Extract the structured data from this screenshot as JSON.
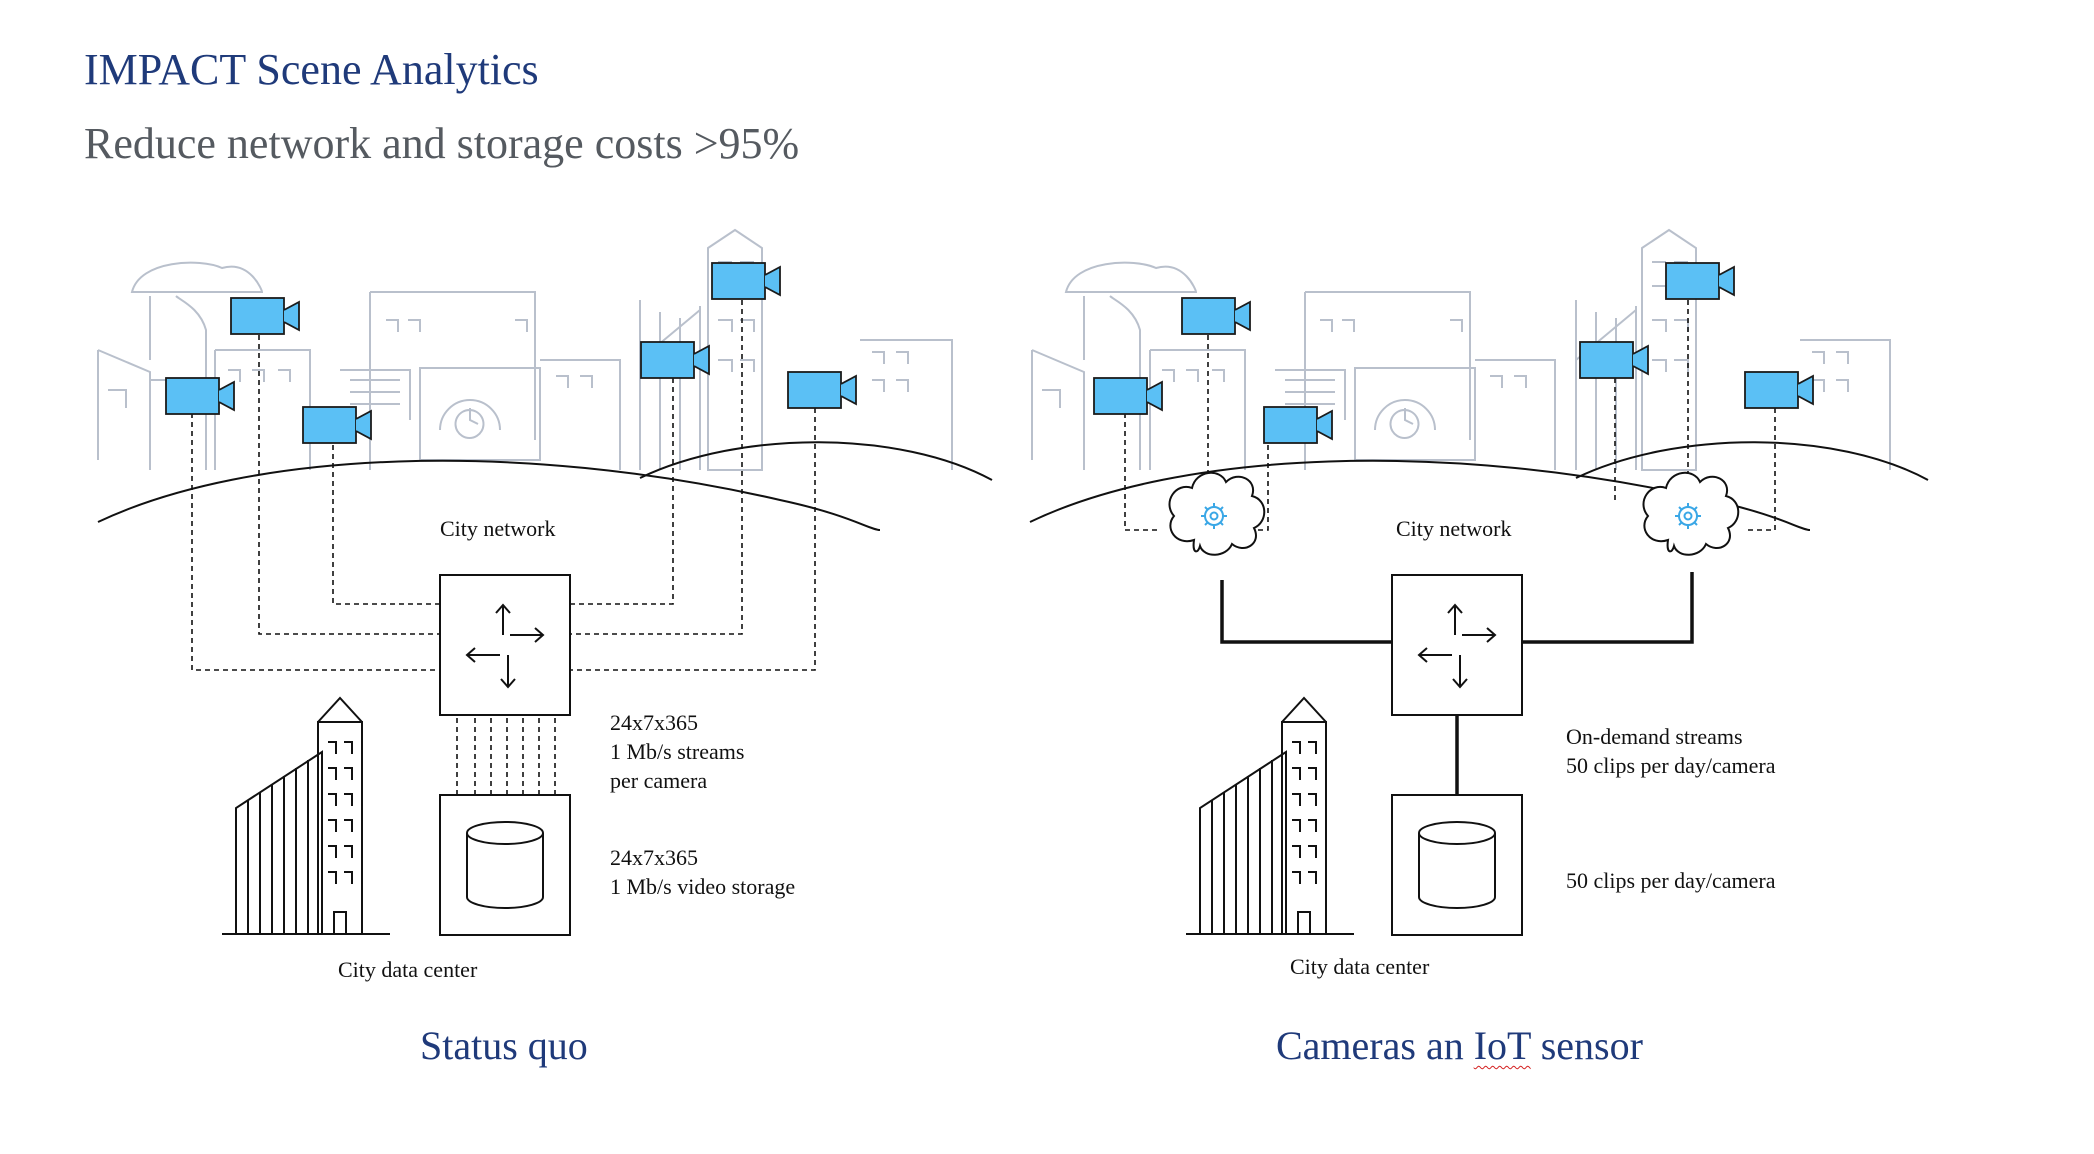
{
  "header": {
    "title": "IMPACT Scene Analytics",
    "subtitle": "Reduce network and storage costs >95%"
  },
  "left_panel": {
    "network_label": "City network",
    "streams_lines": [
      "24x7x365",
      "1 Mb/s streams",
      "per camera"
    ],
    "storage_lines": [
      "24x7x365",
      "1 Mb/s video storage"
    ],
    "datacenter_label": "City data center",
    "caption": "Status quo"
  },
  "right_panel": {
    "network_label": "City network",
    "streams_lines": [
      "On-demand streams",
      "50 clips per day/camera"
    ],
    "storage_lines": [
      "50 clips per day/camera"
    ],
    "datacenter_label": "City data center",
    "caption_prefix": "Cameras an ",
    "caption_flagged": "IoT",
    "caption_suffix": " sensor"
  },
  "colors": {
    "title": "#1f3a7a",
    "subtitle": "#555a60",
    "camera": "#5bc0f5",
    "skyline": "#b9c0cc",
    "line": "#111111",
    "gear": "#3aa7e6",
    "spellcheck": "#d42020"
  },
  "icons": [
    "video-camera-icon",
    "router-arrows-icon",
    "database-cylinder-icon",
    "cloud-gear-icon",
    "office-building-icon"
  ]
}
